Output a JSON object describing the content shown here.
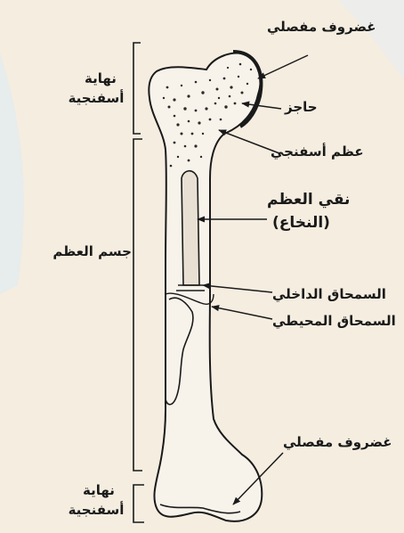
{
  "labels": {
    "articular_cartilage_top": "غضروف مفصلي",
    "epiphyseal_plate": "حاجز",
    "spongy_bone": "عظم أسفنجي",
    "marrow_line1": "نقي العظم",
    "marrow_line2": "(النخاع)",
    "endosteum": "السمحاق الداخلي",
    "periosteum": "السمحاق المحيطي",
    "articular_cartilage_bottom": "غضروف مفصلي",
    "epiphysis_top_line1": "نهاية",
    "epiphysis_top_line2": "أسفنجية",
    "diaphysis": "جسم العظم",
    "epiphysis_bottom_line1": "نهاية",
    "epiphysis_bottom_line2": "أسفنجية"
  },
  "colors": {
    "background": "#f4ede0",
    "line": "#1a1a1a",
    "bone_fill": "#f7f2ea",
    "accent_blue": "#cfe4f3"
  }
}
